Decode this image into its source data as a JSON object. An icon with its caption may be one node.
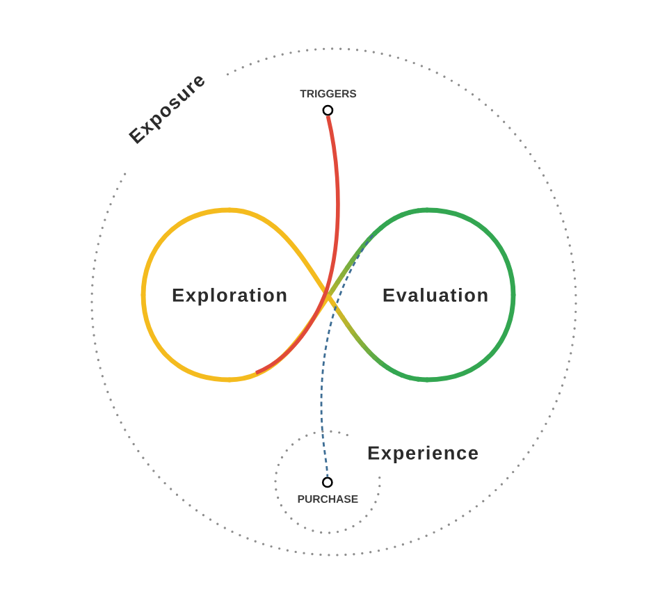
{
  "diagram": {
    "nodes": [
      {
        "text": [
          "Exposure"
        ]
      },
      {
        "text": [
          "TRIGGERS"
        ],
        "in": 0
      },
      {
        "text": [
          "Exploration",
          "Evaluation"
        ],
        "in": 0
      },
      {
        "text": [
          "Experience"
        ],
        "in": 0
      },
      {
        "text": [
          "PURCHASE"
        ],
        "in": 3
      }
    ],
    "edges": [
      {
        "from": 1,
        "to": 2,
        "arrow": "none",
        "color": "#e0493a"
      },
      {
        "from": 2,
        "to": 4,
        "arrow": "none",
        "style": "dashed",
        "color": "#3d6d94"
      }
    ]
  }
}
